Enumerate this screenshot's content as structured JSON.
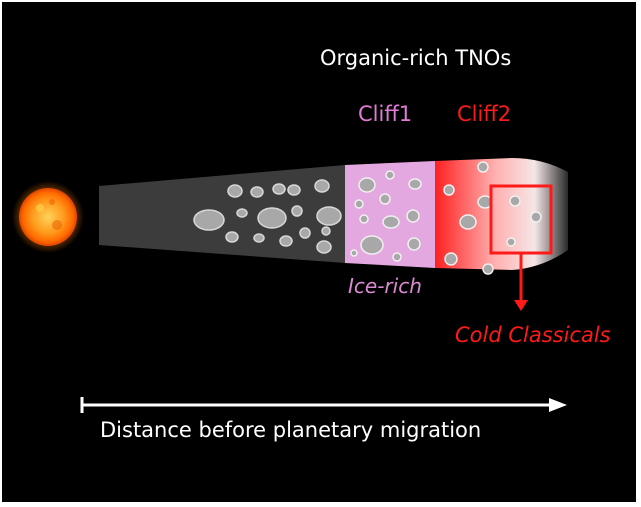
{
  "labels": {
    "title": "Organic-rich TNOs",
    "cliff1": "Cliff1",
    "cliff2": "Cliff2",
    "ice_rich": "Ice-rich",
    "cold_classicals": "Cold Classicals",
    "axis": "Distance before planetary migration"
  },
  "colors": {
    "background": "#000000",
    "ice_rich_region": "#e3a8e0",
    "cliff2_red": "#ff1a1a",
    "arrow": "#ffffff",
    "sun": "#ff8c00"
  },
  "icons": {
    "sun": "sun-icon",
    "arrow": "right-arrow-icon"
  }
}
